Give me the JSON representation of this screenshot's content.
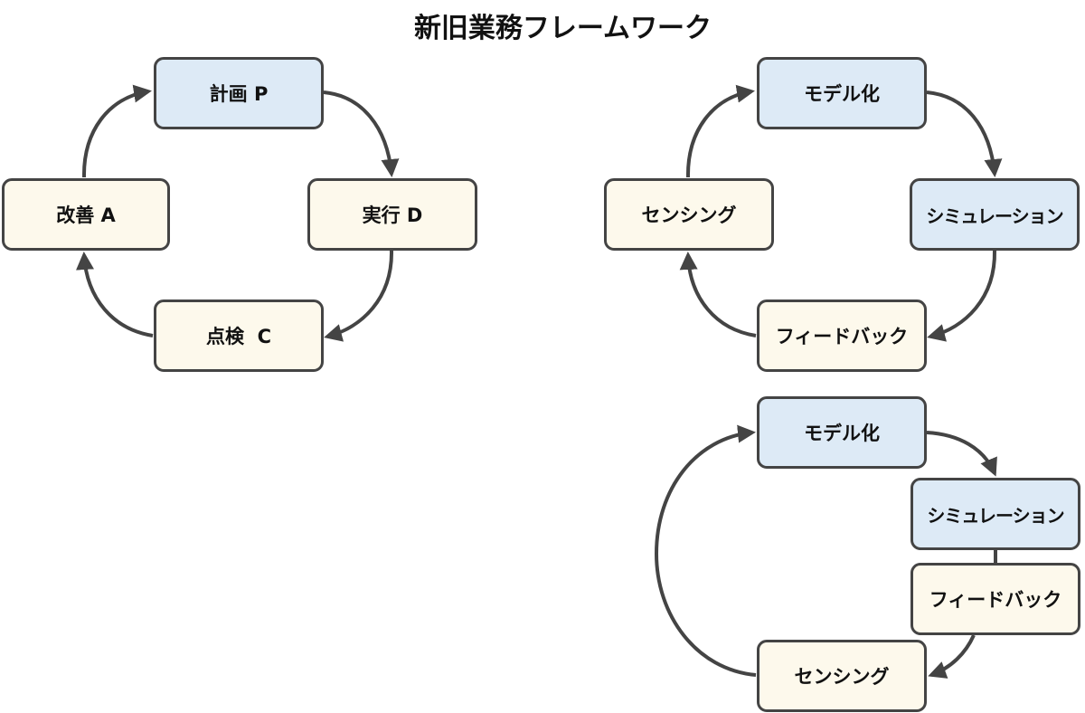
{
  "title": "新旧業務フレームワーク",
  "colors": {
    "highlight_fill": "#ddeaf6",
    "normal_fill": "#fdf9ec",
    "border": "#444444",
    "arrow": "#444444"
  },
  "diagrams": {
    "pdca": {
      "nodes": [
        {
          "id": "plan",
          "label": "計画 P",
          "fill": "highlight"
        },
        {
          "id": "do",
          "label": "実行 D",
          "fill": "normal"
        },
        {
          "id": "check",
          "label": "点検  C",
          "fill": "normal"
        },
        {
          "id": "act",
          "label": "改善 A",
          "fill": "normal"
        }
      ],
      "edges": [
        [
          "plan",
          "do"
        ],
        [
          "do",
          "check"
        ],
        [
          "check",
          "act"
        ],
        [
          "act",
          "plan"
        ]
      ]
    },
    "new_cycle": {
      "nodes": [
        {
          "id": "model",
          "label": "モデル化",
          "fill": "highlight"
        },
        {
          "id": "sim",
          "label": "シミュレーション",
          "fill": "highlight"
        },
        {
          "id": "feedback",
          "label": "フィードバック",
          "fill": "normal"
        },
        {
          "id": "sensing",
          "label": "センシング",
          "fill": "normal"
        }
      ],
      "edges": [
        [
          "model",
          "sim"
        ],
        [
          "sim",
          "feedback"
        ],
        [
          "feedback",
          "sensing"
        ],
        [
          "sensing",
          "model"
        ]
      ]
    },
    "new_cycle_compact": {
      "nodes": [
        {
          "id": "model",
          "label": "モデル化",
          "fill": "highlight"
        },
        {
          "id": "sim",
          "label": "シミュレーション",
          "fill": "highlight"
        },
        {
          "id": "feedback",
          "label": "フィードバック",
          "fill": "normal"
        },
        {
          "id": "sensing",
          "label": "センシング",
          "fill": "normal"
        }
      ],
      "edges": [
        [
          "model",
          "sim"
        ],
        [
          "sim",
          "feedback"
        ],
        [
          "feedback",
          "sensing"
        ],
        [
          "sensing",
          "model"
        ]
      ]
    }
  }
}
